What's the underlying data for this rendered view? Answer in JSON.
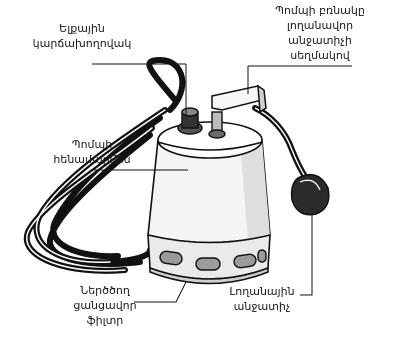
{
  "labels": {
    "outlet": [
      "Ելքային",
      "կարճախողովակ"
    ],
    "float_holder": [
      "Պոմպի բռնակը",
      "լողանավոր",
      "անջատիչի",
      "սեղմակով"
    ],
    "pump_body": [
      "Պոմպի",
      "հենամարմին"
    ],
    "intake_filter": [
      "Ներծծող",
      "ցանցավոր",
      "ֆիլտր"
    ],
    "float_switch": [
      "Լողանային",
      "անջատիչ"
    ]
  }
}
